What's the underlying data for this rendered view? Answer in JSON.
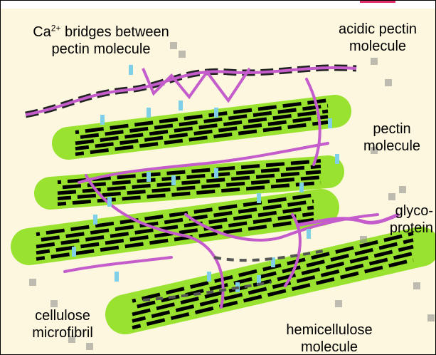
{
  "labels": {
    "ca_bridges_prefix": "Ca",
    "ca_bridges_superscript": "2+",
    "ca_bridges_suffix": " bridges between",
    "ca_bridges_line2": "pectin molecule",
    "acidic_pectin_line1": "acidic pectin",
    "acidic_pectin_line2": "molecule",
    "pectin_line1": "pectin",
    "pectin_line2": "molecule",
    "glycoprotein_line1": "glyco-",
    "glycoprotein_line2": "protein",
    "cellulose_line1": "cellulose",
    "cellulose_line2": "microfibril",
    "hemicellulose_line1": "hemicellulose",
    "hemicellulose_line2": "molecule"
  },
  "colors": {
    "background": "#fdf7df",
    "cellulose": "#8fe01c",
    "cellulose_strands": "#000000",
    "pectin": "#c45ccc",
    "calcium_bridges": "#7fd0e6",
    "highlight": "#e0306a"
  }
}
